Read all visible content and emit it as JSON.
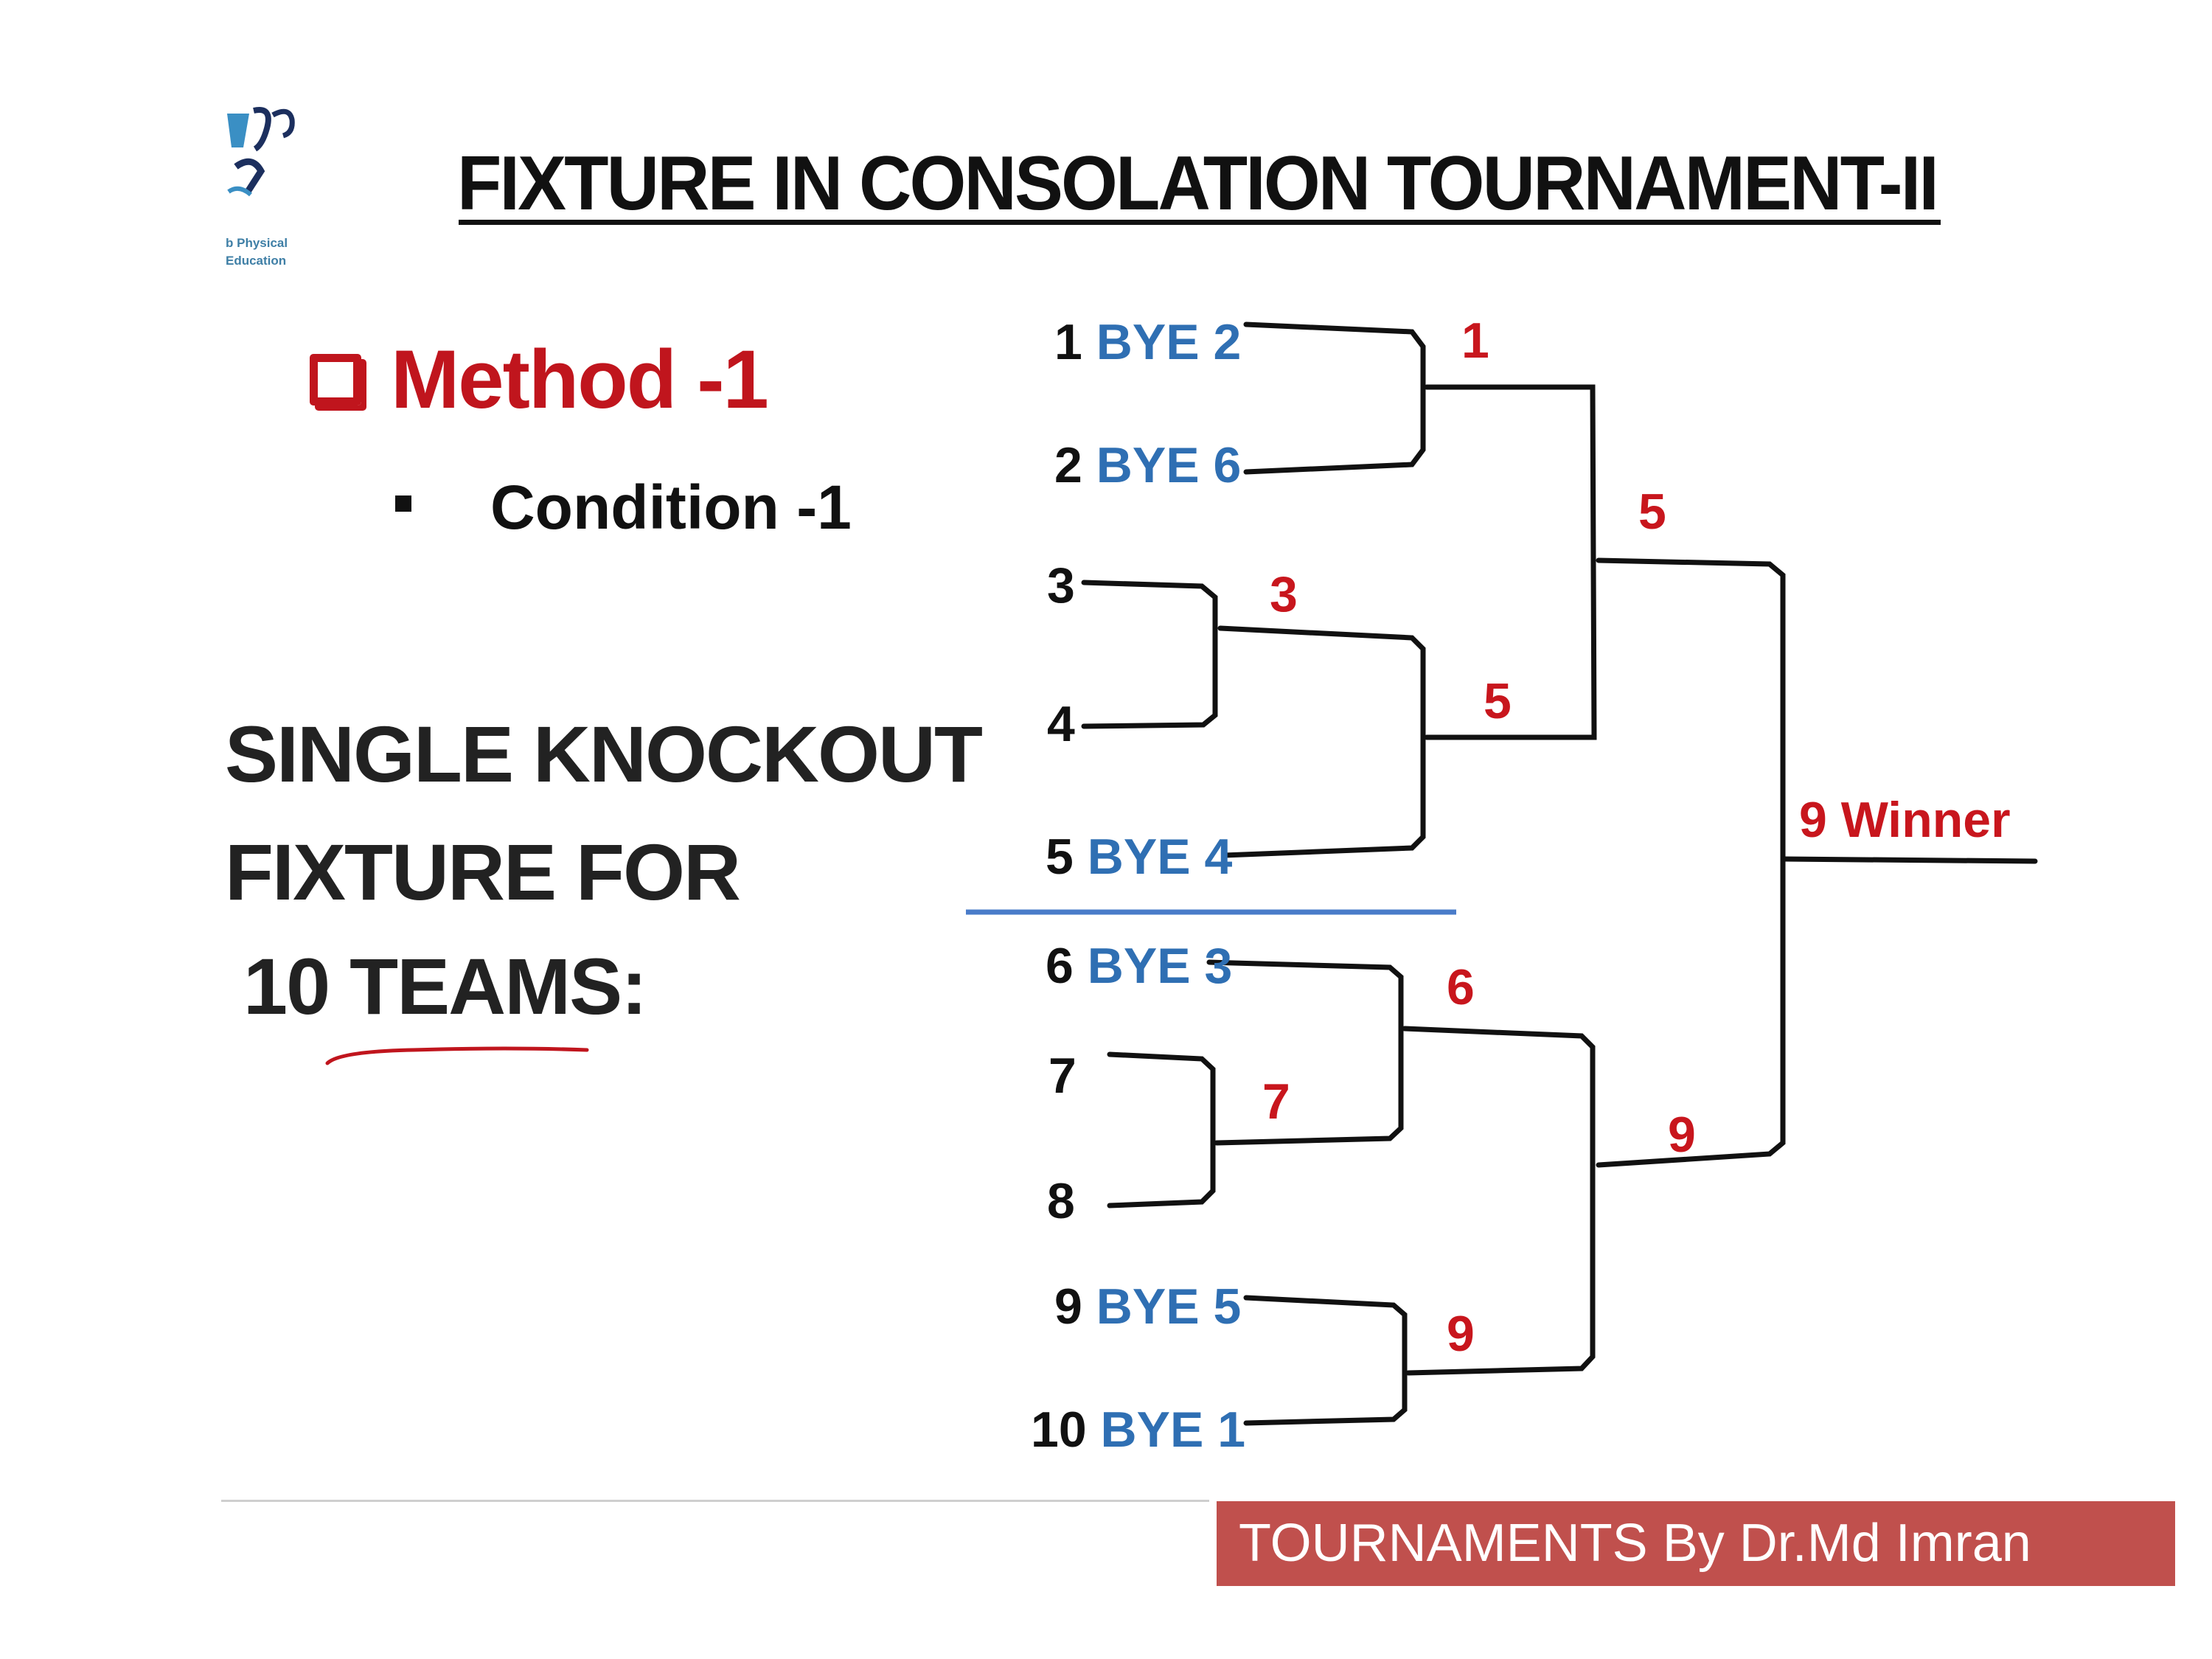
{
  "logo": {
    "caption": "b Physical\nEducation"
  },
  "title": "FIXTURE IN CONSOLATION TOURNAMENT-II",
  "method": "Method -1",
  "condition": "Condition -1",
  "knockout": {
    "line1": "SINGLE KNOCKOUT",
    "line2": "FIXTURE FOR",
    "line3": "10 TEAMS:"
  },
  "teams": [
    {
      "num": "1",
      "bye": "BYE 2"
    },
    {
      "num": "2",
      "bye": "BYE 6"
    },
    {
      "num": "3",
      "bye": ""
    },
    {
      "num": "4",
      "bye": ""
    },
    {
      "num": "5",
      "bye": "BYE 4"
    },
    {
      "num": "6",
      "bye": "BYE 3"
    },
    {
      "num": "7",
      "bye": ""
    },
    {
      "num": "8",
      "bye": ""
    },
    {
      "num": "9",
      "bye": "BYE 5"
    },
    {
      "num": "10",
      "bye": "BYE 1"
    }
  ],
  "winners": {
    "r1_top": "1",
    "r1_34": "3",
    "r2_top": "5",
    "r3_top": "5",
    "r1_bottom": "6",
    "r1_78": "7",
    "r1_910": "9",
    "r3_bottom": "9",
    "final": "9 Winner"
  },
  "colors": {
    "winner": "#c8161d",
    "bye": "#2f6fb3",
    "divider": "#4a7cc9",
    "footer": "#c0504d"
  },
  "footer": "TOURNAMENTS By Dr.Md Imran"
}
